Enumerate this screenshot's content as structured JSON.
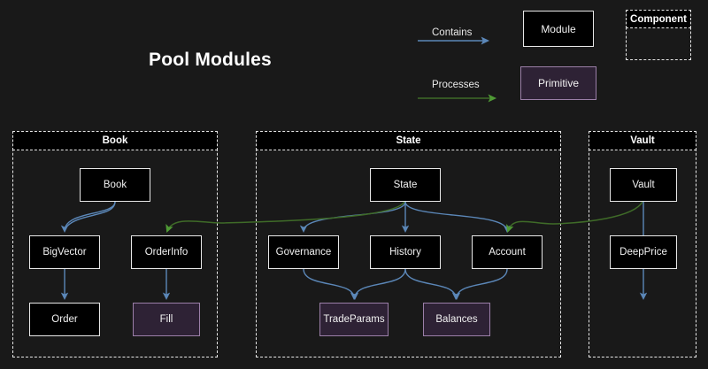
{
  "title": "Pool Modules",
  "colors": {
    "background": "#191919",
    "module_fill": "#000000",
    "module_border": "#e8e8e8",
    "primitive_fill": "#2e2235",
    "primitive_border": "#9b7fa8",
    "contains_edge": "#5b87b8",
    "processes_edge": "#3f6b28",
    "processes_arrowhead": "#4f9a35",
    "text": "#f2f2f2"
  },
  "legend": {
    "contains_label": "Contains",
    "processes_label": "Processes",
    "module_label": "Module",
    "primitive_label": "Primitive",
    "component_label": "Component"
  },
  "groups": [
    {
      "id": "book",
      "label": "Book"
    },
    {
      "id": "state",
      "label": "State"
    },
    {
      "id": "vault",
      "label": "Vault"
    }
  ],
  "nodes": {
    "book": "Book",
    "bigvector": "BigVector",
    "orderinfo": "OrderInfo",
    "order": "Order",
    "fill": "Fill",
    "state": "State",
    "governance": "Governance",
    "history": "History",
    "account": "Account",
    "tradeparams": "TradeParams",
    "balances": "Balances",
    "vault": "Vault",
    "deepprice": "DeepPrice"
  },
  "edges": [
    {
      "from": "Book",
      "to": "BigVector",
      "type": "Contains"
    },
    {
      "from": "Book",
      "to": "OrderInfo",
      "type": "Contains"
    },
    {
      "from": "BigVector",
      "to": "Order",
      "type": "Contains"
    },
    {
      "from": "OrderInfo",
      "to": "Fill",
      "type": "Contains"
    },
    {
      "from": "State",
      "to": "Governance",
      "type": "Contains"
    },
    {
      "from": "State",
      "to": "History",
      "type": "Contains"
    },
    {
      "from": "State",
      "to": "Account",
      "type": "Contains"
    },
    {
      "from": "Governance",
      "to": "TradeParams",
      "type": "Contains"
    },
    {
      "from": "History",
      "to": "TradeParams",
      "type": "Contains"
    },
    {
      "from": "History",
      "to": "Balances",
      "type": "Contains"
    },
    {
      "from": "Account",
      "to": "Balances",
      "type": "Contains"
    },
    {
      "from": "Vault",
      "to": "DeepPrice",
      "type": "Contains"
    },
    {
      "from": "State",
      "to": "OrderInfo",
      "type": "Processes"
    },
    {
      "from": "Vault",
      "to": "Account",
      "type": "Processes"
    }
  ]
}
